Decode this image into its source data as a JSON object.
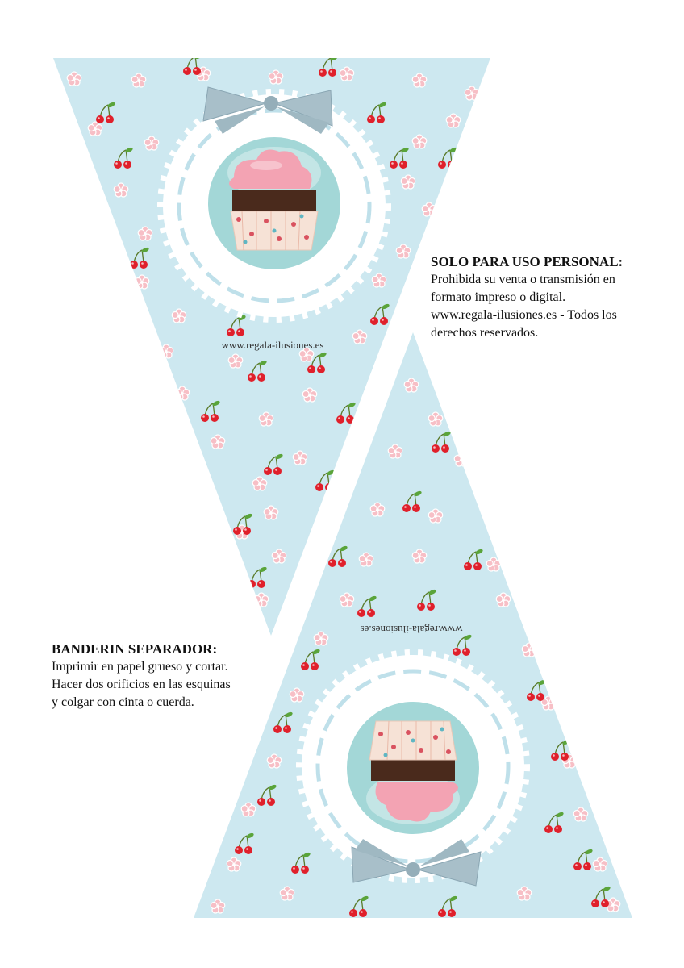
{
  "watermark": "www.regala-ilusiones.es",
  "personal_note": {
    "title": "SOLO PARA USO PERSONAL:",
    "lines": [
      "Prohibida su venta o transmisión en",
      "formato impreso o digital.",
      "www.regala-ilusiones.es - Todos los",
      "derechos reservados."
    ]
  },
  "separator_note": {
    "title": "BANDERIN SEPARADOR:",
    "lines": [
      "Imprimir en papel grueso y cortar.",
      "Hacer dos orificios en las esquinas",
      "y colgar con cinta o cuerda."
    ]
  },
  "colors": {
    "pennant_bg": "#cde8f0",
    "flower": "#f7bfc6",
    "cherry": "#e0202b",
    "leaf": "#5aa43a",
    "ribbon": "#a8bfc9",
    "medallion": "#ffffff",
    "dash": "#bfe0ea",
    "circle": "#8fcfcf",
    "frosting": "#f3a3b3",
    "cake": "#4a2a1c",
    "wrapper": "#f6e2d6"
  },
  "icons": [
    "flower-icon",
    "cherry-icon",
    "bow-icon",
    "cupcake-icon"
  ]
}
